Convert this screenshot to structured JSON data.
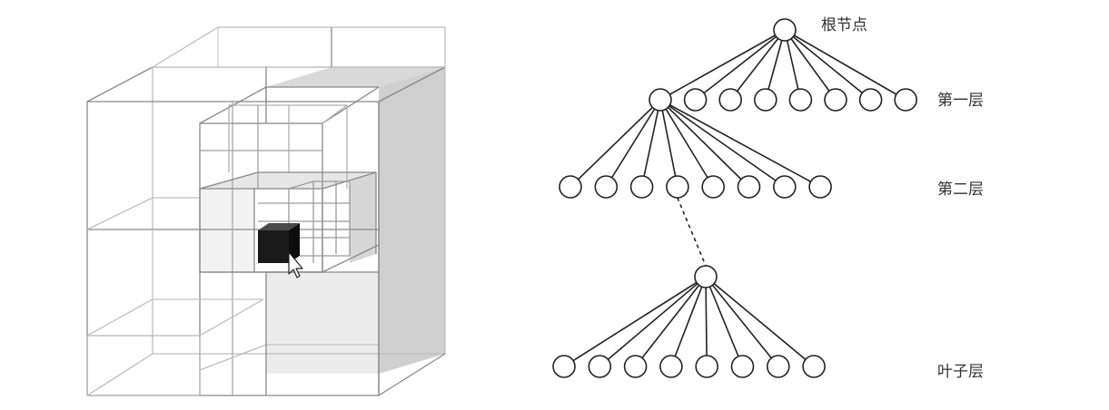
{
  "diagram": {
    "labels": {
      "root": "根节点",
      "level1": "第一层",
      "level2": "第二层",
      "leaf": "叶子层"
    },
    "tree": {
      "level1_node_count": 8,
      "level2_node_count": 8,
      "leaf_node_count": 8,
      "expanded_level1_index": 0,
      "expanded_level2_index": 3
    },
    "colors": {
      "stroke": "#222222",
      "cube_edge": "#888888",
      "shade_top": "#d9d9d9",
      "shade_side": "#cfcfcf",
      "shade_front": "#efefef",
      "target_cell": "#1a1a1a"
    },
    "icons": [
      "cursor-arrow-icon"
    ]
  }
}
